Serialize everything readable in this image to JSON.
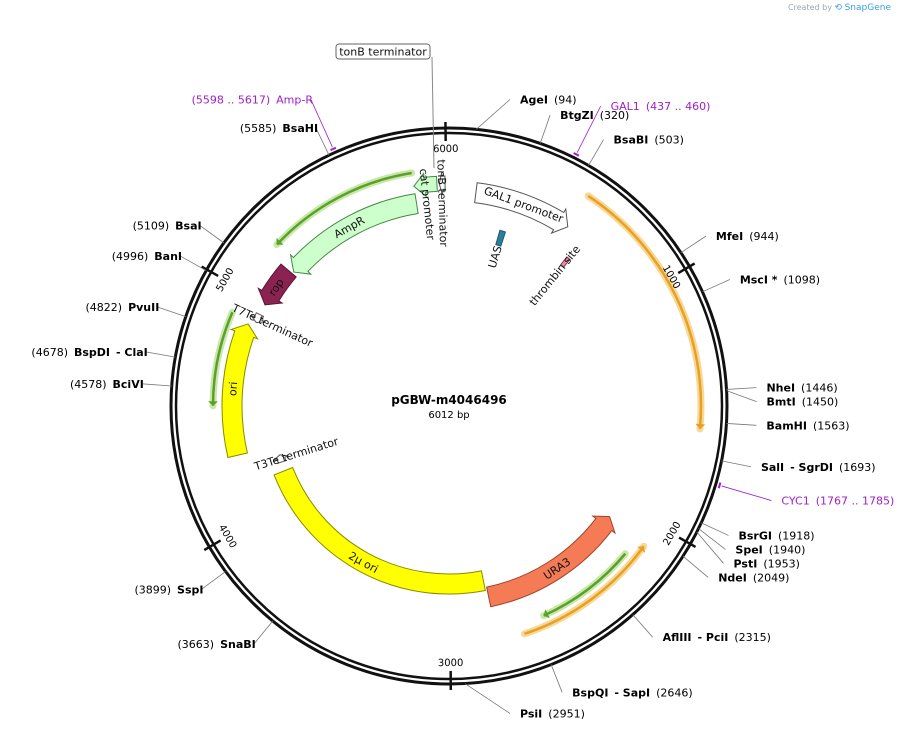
{
  "credit": {
    "prefix": "Created by",
    "brand": "SnapGene"
  },
  "plasmid": {
    "name": "pGBW-m4046496",
    "size_label": "6012 bp",
    "length": 6012
  },
  "ticks": [
    {
      "pos": 1000,
      "label": "1000"
    },
    {
      "pos": 2000,
      "label": "2000"
    },
    {
      "pos": 3000,
      "label": "3000"
    },
    {
      "pos": 4000,
      "label": "4000"
    },
    {
      "pos": 5000,
      "label": "5000"
    },
    {
      "pos": 6000,
      "label": "6000"
    }
  ],
  "sites": [
    {
      "name": "AgeI",
      "pos": "(94)",
      "bp": 94,
      "side": "right"
    },
    {
      "name": "BtgZI",
      "pos": "(320)",
      "bp": 320,
      "side": "right"
    },
    {
      "name": "BsaBI",
      "pos": "(503)",
      "bp": 503,
      "side": "right"
    },
    {
      "name": "MfeI",
      "pos": "(944)",
      "bp": 944,
      "side": "right"
    },
    {
      "name": "MscI *",
      "pos": "(1098)",
      "bp": 1098,
      "side": "right"
    },
    {
      "name": "NheI",
      "pos": "(1446)",
      "bp": 1446,
      "side": "right"
    },
    {
      "name": "BmtI",
      "pos": "(1450)",
      "bp": 1450,
      "side": "right"
    },
    {
      "name": "BamHI",
      "pos": "(1563)",
      "bp": 1563,
      "side": "right"
    },
    {
      "name": "SalI",
      "name2": "- SgrDI",
      "pos": "(1693)",
      "bp": 1693,
      "side": "right"
    },
    {
      "name": "BsrGI",
      "pos": "(1918)",
      "bp": 1918,
      "side": "right"
    },
    {
      "name": "SpeI",
      "pos": "(1940)",
      "bp": 1940,
      "side": "right"
    },
    {
      "name": "PstI",
      "pos": "(1953)",
      "bp": 1953,
      "side": "right"
    },
    {
      "name": "NdeI",
      "pos": "(2049)",
      "bp": 2049,
      "side": "right"
    },
    {
      "name": "AflIII",
      "name2": "- PciI",
      "pos": "(2315)",
      "bp": 2315,
      "side": "right"
    },
    {
      "name": "BspQI",
      "name2": "- SapI",
      "pos": "(2646)",
      "bp": 2646,
      "side": "right"
    },
    {
      "name": "PsiI",
      "pos": "(2951)",
      "bp": 2951,
      "side": "right"
    },
    {
      "name": "SnaBI",
      "pos": "(3663)",
      "bp": 3663,
      "side": "left"
    },
    {
      "name": "SspI",
      "pos": "(3899)",
      "bp": 3899,
      "side": "left"
    },
    {
      "name": "BciVI",
      "pos": "(4578)",
      "bp": 4578,
      "side": "left"
    },
    {
      "name": "BspDI",
      "name2": "- ClaI",
      "pos": "(4678)",
      "bp": 4678,
      "side": "left"
    },
    {
      "name": "PvuII",
      "pos": "(4822)",
      "bp": 4822,
      "side": "left"
    },
    {
      "name": "BanI",
      "pos": "(4996)",
      "bp": 4996,
      "side": "left"
    },
    {
      "name": "BsaI",
      "pos": "(5109)",
      "bp": 5109,
      "side": "left"
    },
    {
      "name": "BsaHI",
      "pos": "(5585)",
      "bp": 5585,
      "side": "left"
    }
  ],
  "misc_features": [
    {
      "name": "GAL1",
      "range": "(437 .. 460)",
      "bp": 448
    },
    {
      "name": "CYC1",
      "range": "(1767 .. 1785)",
      "bp": 1776
    },
    {
      "name": "Amp-R",
      "range": "(5598 .. 5617)",
      "bp": 5607
    }
  ],
  "boxed_label": {
    "text": "tonB terminator"
  },
  "features": [
    {
      "name": "GAL1 promoter",
      "start": 120,
      "end": 560,
      "color": "#ffffff",
      "stroke": "#555555",
      "dir": 1
    },
    {
      "name": "UAS",
      "start": 270,
      "end": 300,
      "color": "#2a7f9e",
      "stroke": "#1b5a70",
      "dir": 0
    },
    {
      "name": "thrombin site",
      "start": 640,
      "end": 660,
      "color": "#e88aa8",
      "stroke": "#8a3a55",
      "dir": 0
    },
    {
      "name": "URA3",
      "start": 2080,
      "end": 2810,
      "color": "#f47b55",
      "stroke": "#a0432a",
      "dir": -1
    },
    {
      "name": "2μ ori",
      "start": 2820,
      "end": 4150,
      "color": "#ffff00",
      "stroke": "#8a8a00",
      "dir": 0
    },
    {
      "name": "T3Te terminator",
      "start": 4200,
      "end": 4240,
      "color": "#ffffff",
      "stroke": "#555555",
      "dir": 1
    },
    {
      "name": "ori",
      "start": 4290,
      "end": 4880,
      "color": "#ffff00",
      "stroke": "#8a8a00",
      "dir": 1
    },
    {
      "name": "T7Te terminator",
      "start": 4900,
      "end": 4940,
      "color": "#ffffff",
      "stroke": "#555555",
      "dir": -1
    },
    {
      "name": "rop",
      "start": 4990,
      "end": 5180,
      "color": "#8b2252",
      "stroke": "#5a1535",
      "dir": -1
    },
    {
      "name": "AmpR",
      "start": 5190,
      "end": 5860,
      "color": "#ccffcc",
      "stroke": "#448844",
      "dir": -1
    },
    {
      "name": "cat promoter",
      "start": 5860,
      "end": 5960,
      "color": "#ccffcc",
      "stroke": "#448844",
      "dir": -1
    },
    {
      "name": "tonB terminator",
      "start": 5970,
      "end": 5995,
      "color": "#ffffff",
      "stroke": "#555555",
      "dir": -1
    }
  ],
  "orf_arcs": [
    {
      "start": 560,
      "end": 1590,
      "color": "#e8a020",
      "glow": "#f8d898",
      "dir": 1
    },
    {
      "start": 2100,
      "end": 2700,
      "color": "#e8a020",
      "glow": "#f8d898",
      "dir": -1
    },
    {
      "start": 2170,
      "end": 2600,
      "color": "#5aa02a",
      "glow": "#c8e8a8",
      "dir": 1
    },
    {
      "start": 4510,
      "end": 4900,
      "color": "#5aa02a",
      "glow": "#c8e8a8",
      "dir": -1
    },
    {
      "start": 5230,
      "end": 5860,
      "color": "#5aa02a",
      "glow": "#c8e8a8",
      "dir": -1
    }
  ]
}
